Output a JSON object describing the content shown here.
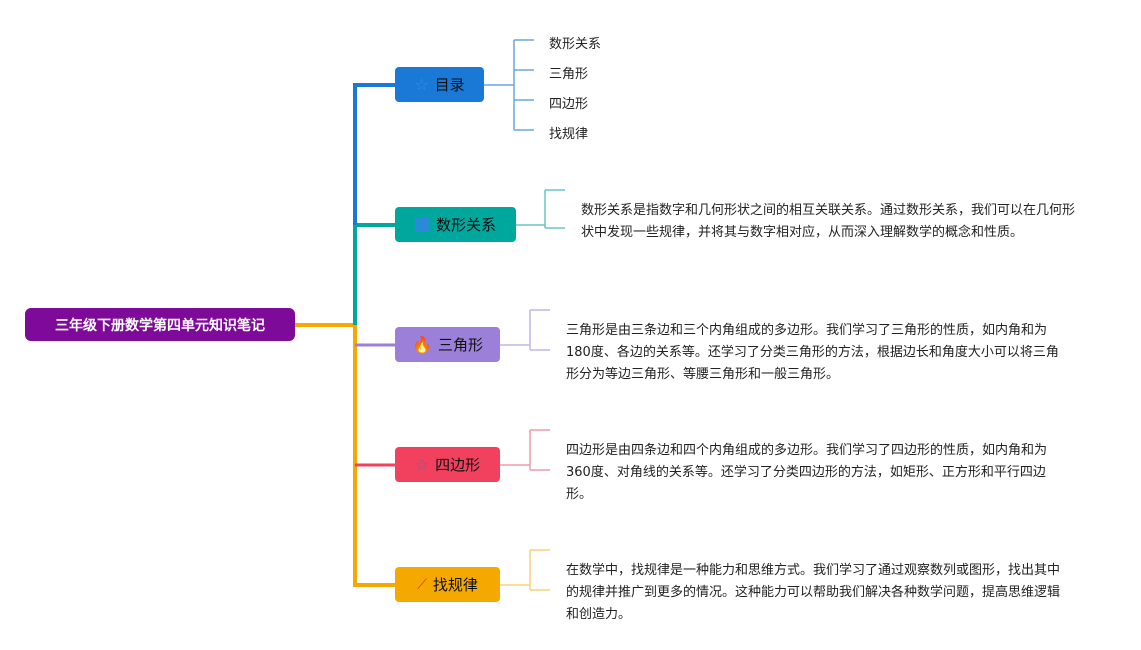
{
  "root": {
    "label": "三年级下册数学第四单元知识笔记",
    "color": "#7d0a99"
  },
  "branches": [
    {
      "label": "目录",
      "icon": "star-outline-icon",
      "color": "#1a78d6",
      "children": [
        "数形关系",
        "三角形",
        "四边形",
        "找规律"
      ]
    },
    {
      "label": "数形关系",
      "icon": "blue-square-icon",
      "color": "#00a79d",
      "desc": "数形关系是指数字和几何形状之间的相互关联关系。通过数形关系，我们可以在几何形状中发现一些规律，并将其与数字相对应，从而深入理解数学的概念和性质。"
    },
    {
      "label": "三角形",
      "icon": "fire-icon",
      "color": "#9b7fd8",
      "desc": "三角形是由三条边和三个内角组成的多边形。我们学习了三角形的性质，如内角和为180度、各边的关系等。还学习了分类三角形的方法，根据边长和角度大小可以将三角形分为等边三角形、等腰三角形和一般三角形。"
    },
    {
      "label": "四边形",
      "icon": "star-icon",
      "color": "#f2405f",
      "desc": "四边形是由四条边和四个内角组成的多边形。我们学习了四边形的性质，如内角和为360度、对角线的关系等。还学习了分类四边形的方法，如矩形、正方形和平行四边形。"
    },
    {
      "label": "找规律",
      "icon": "magic-wand-icon",
      "color": "#f5a900",
      "desc": "在数学中，找规律是一种能力和思维方式。我们学习了通过观察数列或图形，找出其中的规律并推广到更多的情况。这种能力可以帮助我们解决各种数学问题，提高思维逻辑和创造力。"
    }
  ]
}
